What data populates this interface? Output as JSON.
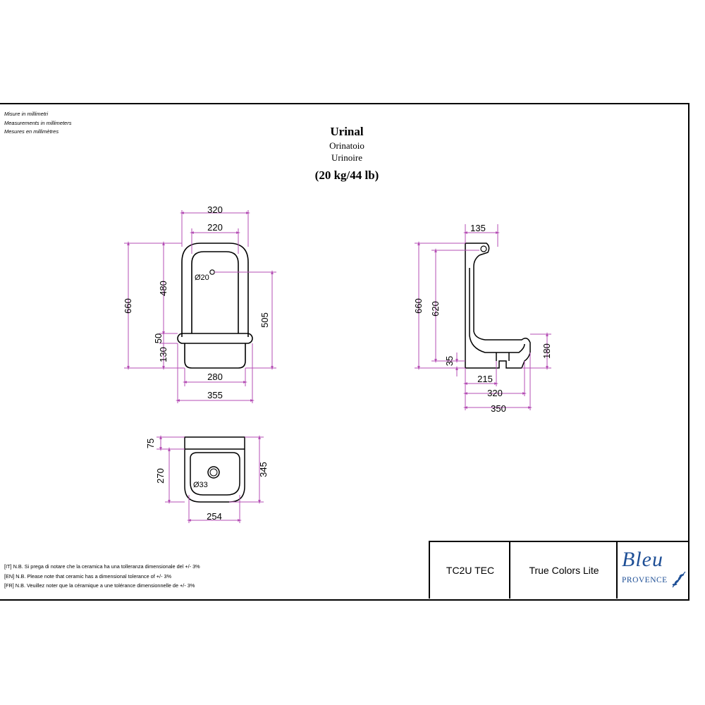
{
  "units": {
    "it": "Misure in millimetri",
    "en": "Measurements in millimeters",
    "fr": "Mesures en millimètres"
  },
  "titles": {
    "main": "Urinal",
    "it": "Orinatoio",
    "fr": "Urinoire",
    "weight": "(20 kg/44 lb)"
  },
  "front_view": {
    "width_outer": "320",
    "width_inner": "220",
    "height_total": "660",
    "height_inner": "480",
    "hole_diameter": "Ø20",
    "height_side": "505",
    "ledge": "50",
    "base_height": "130",
    "base_width": "280",
    "total_width": "355"
  },
  "side_view": {
    "top_depth": "135",
    "height_total": "660",
    "height_inner": "620",
    "bottom_offset": "35",
    "lip_height": "180",
    "depth_215": "215",
    "depth_320": "320",
    "depth_350": "350"
  },
  "top_view": {
    "top_depth": "75",
    "bowl_depth": "270",
    "total_depth": "345",
    "drain_diameter": "Ø33",
    "bowl_width": "254"
  },
  "notes": {
    "it": "[IT] N.B. Si prega di notare che la ceramica ha una tolleranza dimensionale del +/- 3%",
    "en": "[EN] N.B. Please note that ceramic has a dimensional tolerance of +/- 3%",
    "fr": "[FR] N.B. Veuillez noter que la céramique a une tolérance dimensionnelle de +/- 3%"
  },
  "title_block": {
    "code": "TC2U TEC",
    "collection": "True Colors Lite",
    "logo_script": "Bleu",
    "logo_sub": "PROVENCE"
  },
  "colors": {
    "dimension_line": "#b54fb5",
    "outline": "#000000",
    "logo": "#1e4f96"
  }
}
